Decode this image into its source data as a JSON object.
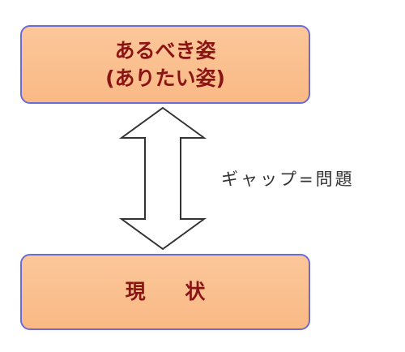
{
  "top_box": {
    "line1": "あるべき姿",
    "line2": "(ありたい姿)"
  },
  "bottom_box": {
    "label": "現 状"
  },
  "gap_label": "ギャップ=問題",
  "colors": {
    "box_fill": "#fbc08f",
    "box_border": "#6b6bd6",
    "box_text": "#8a1414",
    "arrow_stroke": "#333333",
    "label_text": "#333333"
  }
}
